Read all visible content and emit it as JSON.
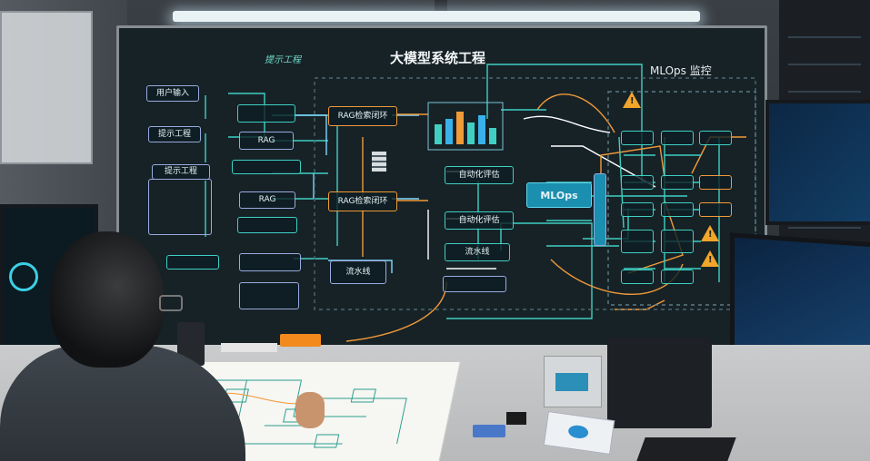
{
  "board": {
    "title": "大模型系统工程",
    "handwritten_title": "提示工程",
    "mlops_title": "MLOps 监控",
    "left_column": [
      "用户输入",
      "提示工程",
      "提示工程"
    ],
    "center_column": [
      "RAG",
      "RAG"
    ],
    "rag_nodes": [
      "RAG检索闭环",
      "RAG检索闭环"
    ],
    "pipeline_left": "流水线",
    "right_stack": [
      "自动化评估",
      "自动化评估",
      "流水线"
    ],
    "mlops_node": "MLOps"
  },
  "colors": {
    "board_bg": "#172227",
    "teal_line": "#3fd0c3",
    "orange_line": "#f09a38",
    "cyan_node": "#1b8fb0",
    "warning": "#f2a52b"
  },
  "icons": [
    "warning-icon",
    "bar-chart-icon",
    "server-stack-icon"
  ],
  "chart_in_board": {
    "type": "bar",
    "values": [
      0.55,
      0.7,
      0.9,
      0.6,
      0.8,
      0.45
    ]
  }
}
